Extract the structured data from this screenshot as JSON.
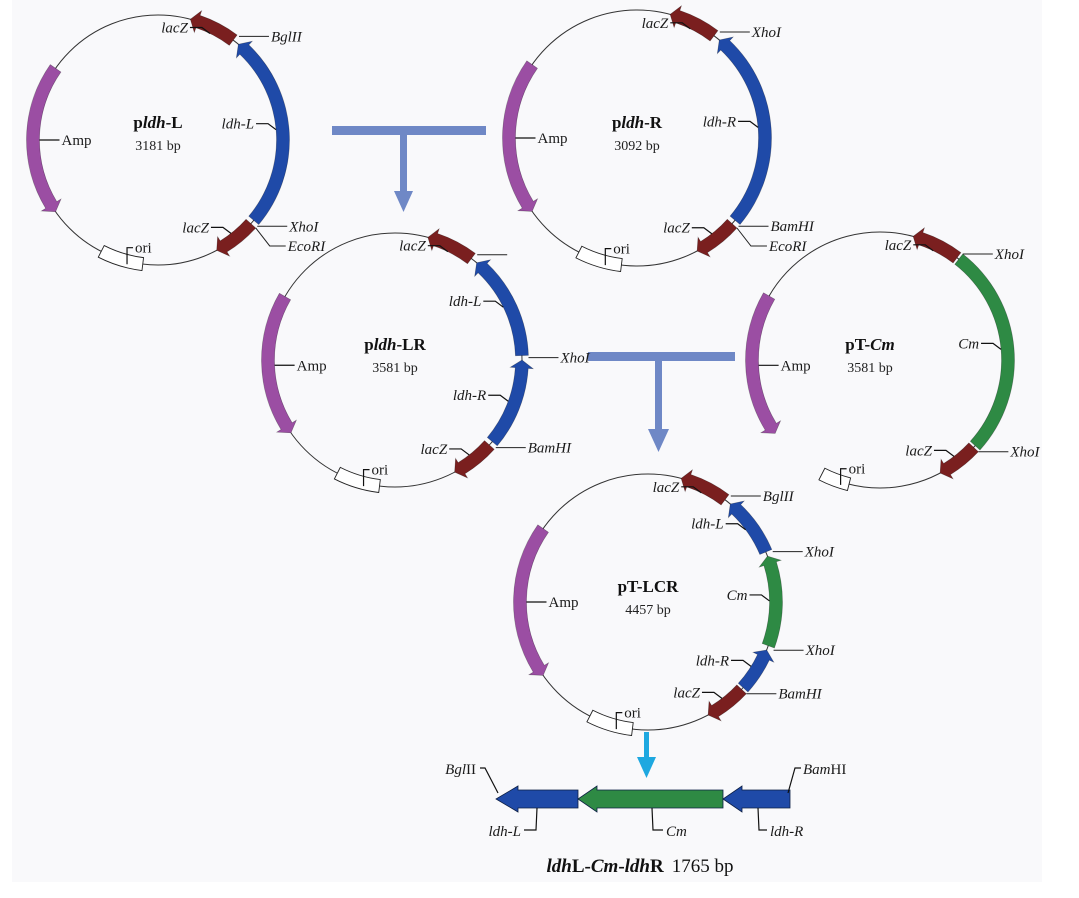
{
  "colors": {
    "amp": "#9b4ea3",
    "lacz": "#7a1f1f",
    "ldh": "#1f4aa8",
    "cm": "#2e8a44",
    "ori_fill": "#ffffff",
    "backbone": "#333333",
    "connector": "#6f88c6",
    "final_arrow": "#1ea8e0"
  },
  "plasmids": [
    {
      "id": "pldh-L",
      "name_prefix": "p",
      "name_italic": "ldh",
      "name_suffix": "-L",
      "size": "3181 bp",
      "features": [
        {
          "type": "amp",
          "label": "Amp",
          "start": 305,
          "end": 235,
          "dir": "ccw"
        },
        {
          "type": "lacz",
          "label": "lacZ",
          "start": 37,
          "end": 15,
          "dir": "ccw"
        },
        {
          "type": "ldh",
          "label": "ldh-L",
          "start": 130,
          "end": 40,
          "dir": "ccw"
        },
        {
          "type": "lacz",
          "label": "lacZ",
          "start": 152,
          "end": 132,
          "dir": "cw"
        },
        {
          "type": "ori",
          "label": "ori",
          "start": 207,
          "end": 187
        }
      ],
      "sites": [
        {
          "label": "BglII",
          "italic": "Bgl",
          "rest": "II",
          "angle": 38
        },
        {
          "label": "XhoI",
          "italic": "Xho",
          "rest": "I",
          "angle": 131
        },
        {
          "label": "EcoRI",
          "italic": "Eco",
          "rest": "RI",
          "angle": 132
        }
      ]
    },
    {
      "id": "pldh-R",
      "name_prefix": "p",
      "name_italic": "ldh",
      "name_suffix": "-R",
      "size": "3092 bp",
      "features": [
        {
          "type": "amp",
          "label": "Amp",
          "start": 305,
          "end": 235,
          "dir": "ccw"
        },
        {
          "type": "lacz",
          "label": "lacZ",
          "start": 37,
          "end": 15,
          "dir": "ccw"
        },
        {
          "type": "ldh",
          "label": "ldh-R",
          "start": 130,
          "end": 40,
          "dir": "ccw"
        },
        {
          "type": "lacz",
          "label": "lacZ",
          "start": 152,
          "end": 132,
          "dir": "cw"
        },
        {
          "type": "ori",
          "label": "ori",
          "start": 207,
          "end": 187
        }
      ],
      "sites": [
        {
          "label": "XhoI",
          "italic": "Xho",
          "rest": "I",
          "angle": 38
        },
        {
          "label": "BamHI",
          "italic": "Bam",
          "rest": "HI",
          "angle": 131
        },
        {
          "label": "EcoRI",
          "italic": "Eco",
          "rest": "RI",
          "angle": 132
        }
      ]
    },
    {
      "id": "pldh-LR",
      "name_prefix": "p",
      "name_italic": "ldh",
      "name_suffix": "-LR",
      "size": "3581 bp",
      "features": [
        {
          "type": "amp",
          "label": "Amp",
          "start": 300,
          "end": 235,
          "dir": "ccw"
        },
        {
          "type": "lacz",
          "label": "lacZ",
          "start": 37,
          "end": 15,
          "dir": "ccw"
        },
        {
          "type": "ldh",
          "label": "ldh-L",
          "start": 88,
          "end": 40,
          "dir": "ccw"
        },
        {
          "type": "ldh",
          "label": "ldh-R",
          "start": 130,
          "end": 90,
          "dir": "ccw"
        },
        {
          "type": "lacz",
          "label": "lacZ",
          "start": 152,
          "end": 132,
          "dir": "cw"
        },
        {
          "type": "ori",
          "label": "ori",
          "start": 207,
          "end": 187
        }
      ],
      "sites": [
        {
          "label": "",
          "italic": "",
          "rest": "",
          "angle": 38
        },
        {
          "label": "XhoI",
          "italic": "Xho",
          "rest": "I",
          "angle": 89
        },
        {
          "label": "BamHI",
          "italic": "Bam",
          "rest": "HI",
          "angle": 131
        }
      ]
    },
    {
      "id": "pT-Cm",
      "name_prefix": "pT-",
      "name_italic": "Cm",
      "name_suffix": "",
      "size": "3581 bp",
      "features": [
        {
          "type": "amp",
          "label": "Amp",
          "start": 300,
          "end": 235,
          "dir": "ccw"
        },
        {
          "type": "lacz",
          "label": "lacZ",
          "start": 37,
          "end": 15,
          "dir": "ccw"
        },
        {
          "type": "cm",
          "label": "Cm",
          "start": 132,
          "end": 38,
          "dir": "none"
        },
        {
          "type": "lacz",
          "label": "lacZ",
          "start": 152,
          "end": 133,
          "dir": "cw"
        },
        {
          "type": "ori",
          "label": "ori",
          "start": 207,
          "end": 194
        }
      ],
      "sites": [
        {
          "label": "XhoI",
          "italic": "Xho",
          "rest": "I",
          "angle": 38
        },
        {
          "label": "XhoI",
          "italic": "Xho",
          "rest": "I",
          "angle": 133
        }
      ]
    },
    {
      "id": "pT-LCR",
      "name_prefix": "pT-LCR",
      "name_italic": "",
      "name_suffix": "",
      "size": "4457 bp",
      "features": [
        {
          "type": "amp",
          "label": "Amp",
          "start": 305,
          "end": 235,
          "dir": "ccw"
        },
        {
          "type": "lacz",
          "label": "lacZ",
          "start": 37,
          "end": 15,
          "dir": "ccw"
        },
        {
          "type": "ldh",
          "label": "ldh-L",
          "start": 67,
          "end": 40,
          "dir": "ccw"
        },
        {
          "type": "cm",
          "label": "Cm",
          "start": 110,
          "end": 69,
          "dir": "ccw"
        },
        {
          "type": "ldh",
          "label": "ldh-R",
          "start": 132,
          "end": 112,
          "dir": "ccw"
        },
        {
          "type": "lacz",
          "label": "lacZ",
          "start": 152,
          "end": 133,
          "dir": "cw"
        },
        {
          "type": "ori",
          "label": "ori",
          "start": 207,
          "end": 187
        }
      ],
      "sites": [
        {
          "label": "BglII",
          "italic": "Bgl",
          "rest": "II",
          "angle": 38
        },
        {
          "label": "XhoI",
          "italic": "Xho",
          "rest": "I",
          "angle": 68
        },
        {
          "label": "XhoI",
          "italic": "Xho",
          "rest": "I",
          "angle": 111
        },
        {
          "label": "BamHI",
          "italic": "Bam",
          "rest": "HI",
          "angle": 133
        }
      ]
    }
  ],
  "cassette": {
    "segments": [
      {
        "type": "ldh",
        "label": "ldh-L",
        "italic": "ldh",
        "rest": "-L"
      },
      {
        "type": "cm",
        "label": "Cm",
        "italic": "Cm",
        "rest": ""
      },
      {
        "type": "ldh",
        "label": "ldh-R",
        "italic": "ldh",
        "rest": "-R"
      }
    ],
    "left_site": {
      "italic": "Bgl",
      "rest": "II"
    },
    "right_site": {
      "italic": "Bam",
      "rest": "HI"
    },
    "caption_parts": {
      "p1_italic": "ldh",
      "p2": "L-",
      "p3_italic": "Cm",
      "p4": "-",
      "p5_italic": "ldh",
      "p6": "R",
      "size": "1765 bp"
    }
  }
}
